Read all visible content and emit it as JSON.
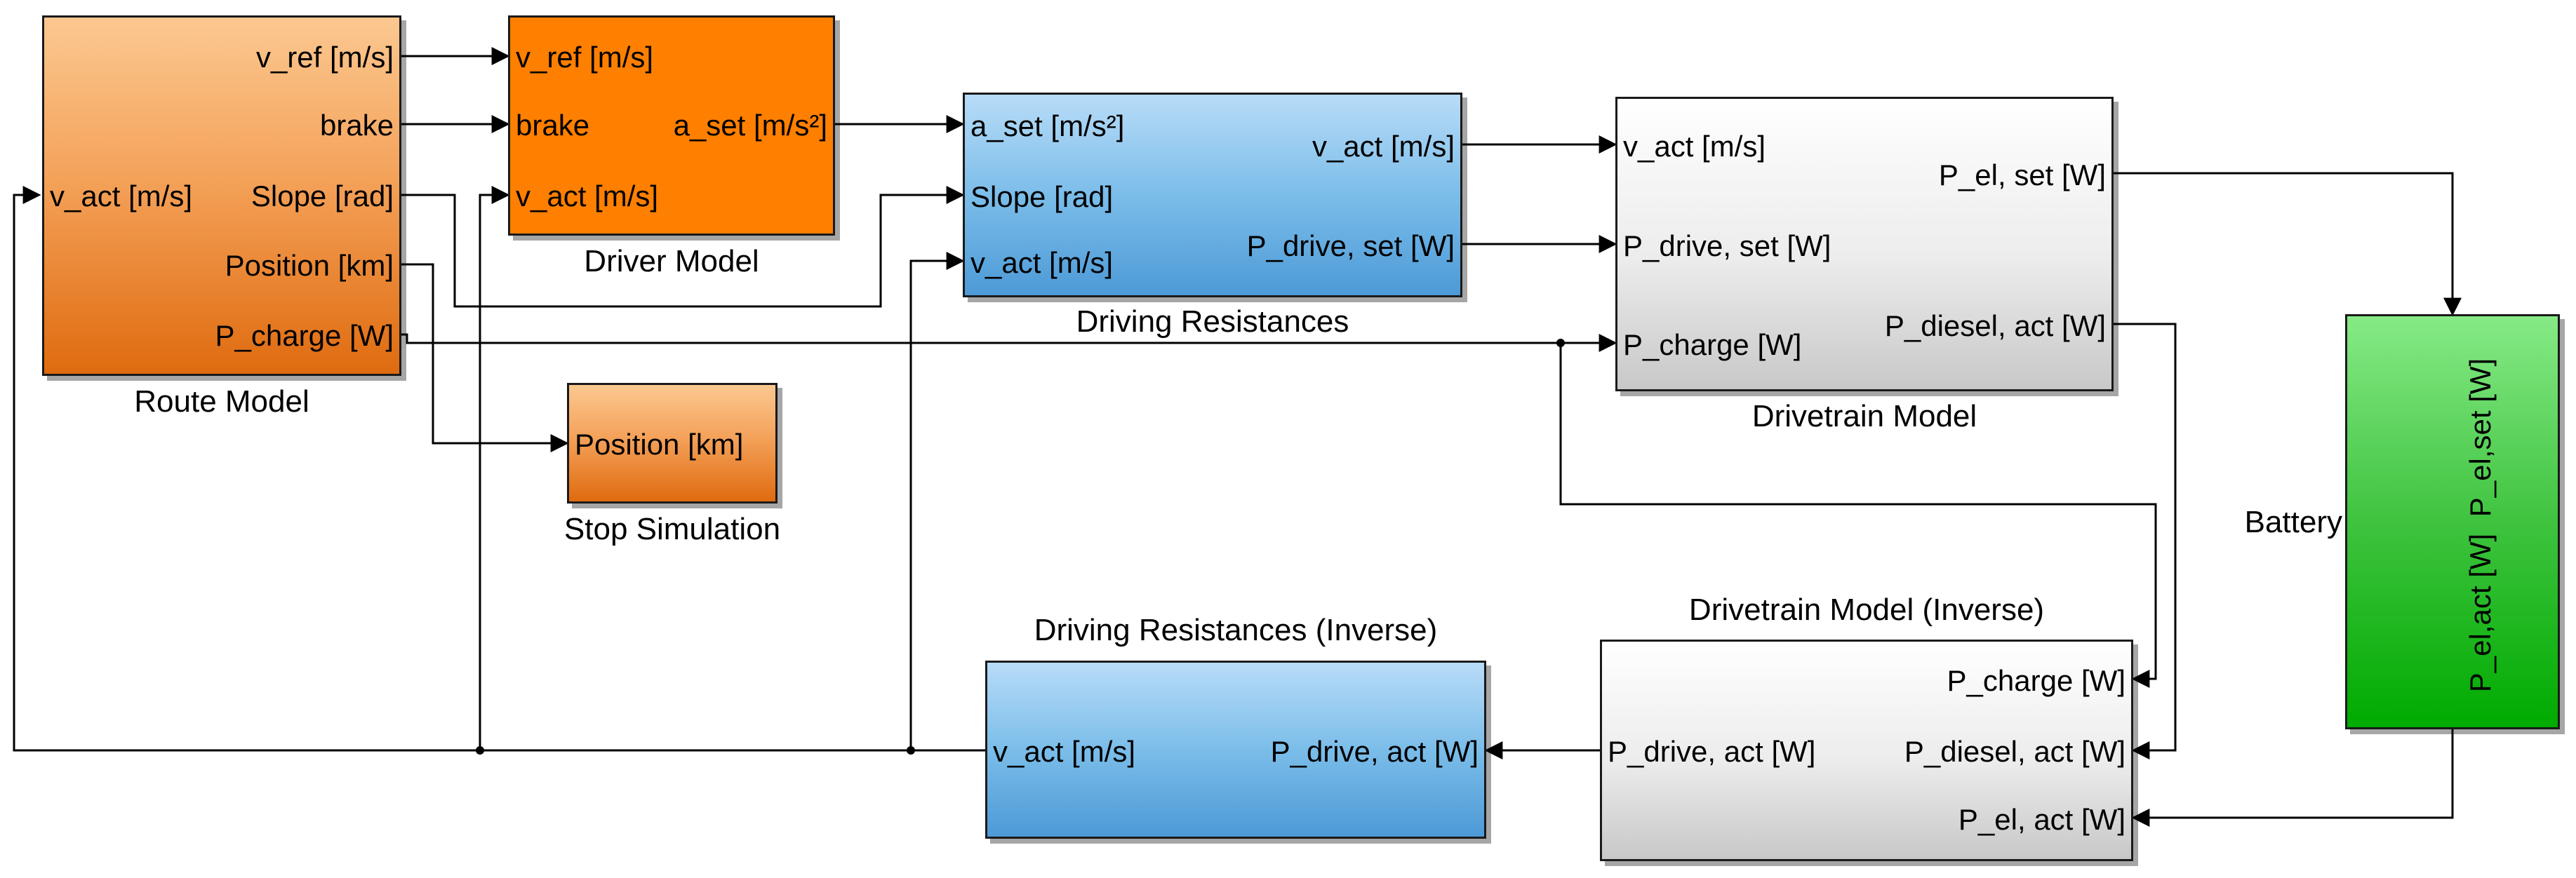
{
  "blocks": {
    "route": {
      "title": "Route Model",
      "ports_in": [
        "v_act [m/s]"
      ],
      "ports_out": [
        "v_ref [m/s]",
        "brake",
        "Slope [rad]",
        "Position [km]",
        "P_charge [W]"
      ]
    },
    "driver": {
      "title": "Driver Model",
      "ports_in": [
        "v_ref  [m/s]",
        "brake",
        "v_act [m/s]"
      ],
      "ports_out": [
        "a_set [m/s²]"
      ]
    },
    "stop": {
      "title": "Stop Simulation",
      "ports_in": [
        "Position [km]"
      ]
    },
    "resist": {
      "title": "Driving Resistances",
      "ports_in": [
        "a_set [m/s²]",
        "Slope [rad]",
        "v_act [m/s]"
      ],
      "ports_out": [
        "v_act [m/s]",
        "P_drive, set [W]"
      ]
    },
    "drivetrain": {
      "title": "Drivetrain Model",
      "ports_in": [
        "v_act [m/s]",
        "P_drive, set [W]",
        "P_charge [W]"
      ],
      "ports_out": [
        "P_el, set [W]",
        "P_diesel, act [W]"
      ]
    },
    "battery": {
      "title": "Battery",
      "ports_in": [
        "P_el,set [W]"
      ],
      "ports_out": [
        "P_el,act [W]"
      ]
    },
    "drivetrain_inv": {
      "title": "Drivetrain Model (Inverse)",
      "ports_in": [
        "P_charge [W]",
        "P_diesel, act [W]",
        "P_el, act [W]"
      ],
      "ports_out": [
        "P_drive, act [W]"
      ]
    },
    "resist_inv": {
      "title": "Driving Resistances (Inverse)",
      "ports_in": [
        "P_drive, act [W]"
      ],
      "ports_out": [
        "v_act [m/s]"
      ]
    }
  },
  "colors": {
    "route": "#e07a20",
    "driver": "#ff7f00",
    "resistances": "#5fa8e0",
    "drivetrain": "#e0e0e0",
    "battery": "#00b000",
    "wire": "#000000"
  }
}
